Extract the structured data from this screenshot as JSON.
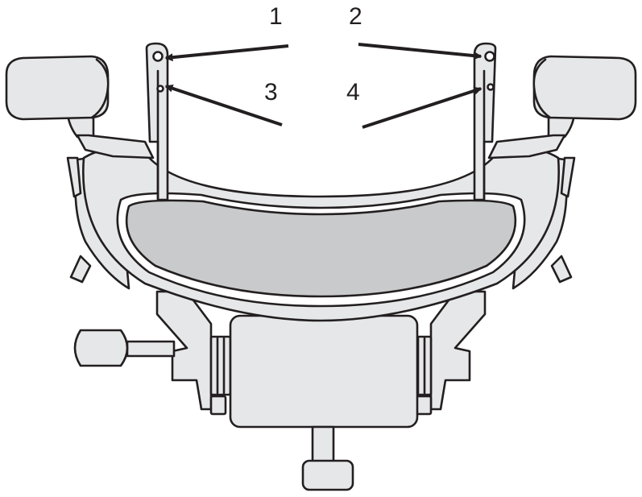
{
  "diagram": {
    "callouts": [
      {
        "label": "1"
      },
      {
        "label": "2"
      },
      {
        "label": "3"
      },
      {
        "label": "4"
      }
    ],
    "colors": {
      "line": "#231f20",
      "part_fill": "#e6e7e8",
      "seat_fill": "#c9cacb",
      "background": "#ffffff"
    }
  }
}
